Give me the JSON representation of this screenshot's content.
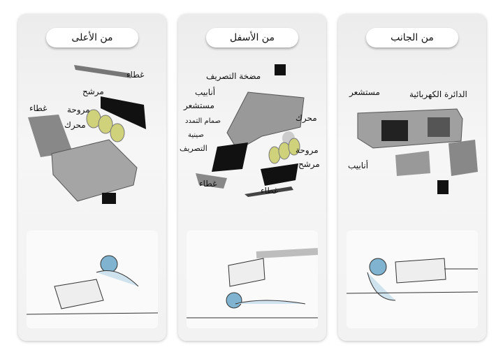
{
  "panels": [
    {
      "title": "من الأعلى",
      "labels": {
        "cover_top": "غطاء",
        "filter": "مرشح",
        "cover_left": "غطاء",
        "fan": "مروحة",
        "motor": "محرك"
      }
    },
    {
      "title": "من الأسفل",
      "labels": {
        "drain_pump": "مضخة التصريف",
        "pipes": "أنابيب",
        "sensor": "مستشعر",
        "expansion_valve": "صمام التمدد",
        "drain_pan_1": "صينية",
        "drain_pan_2": "التصريف",
        "motor": "محرك",
        "fan": "مروحة",
        "filter": "مرشح",
        "cover_left": "غطاء",
        "cover_bottom": "غطاء"
      }
    },
    {
      "title": "من الجانب",
      "labels": {
        "sensor": "مستشعر",
        "circuit": "الدائرة الكهربائية",
        "pipes": "أنابيب"
      }
    }
  ]
}
